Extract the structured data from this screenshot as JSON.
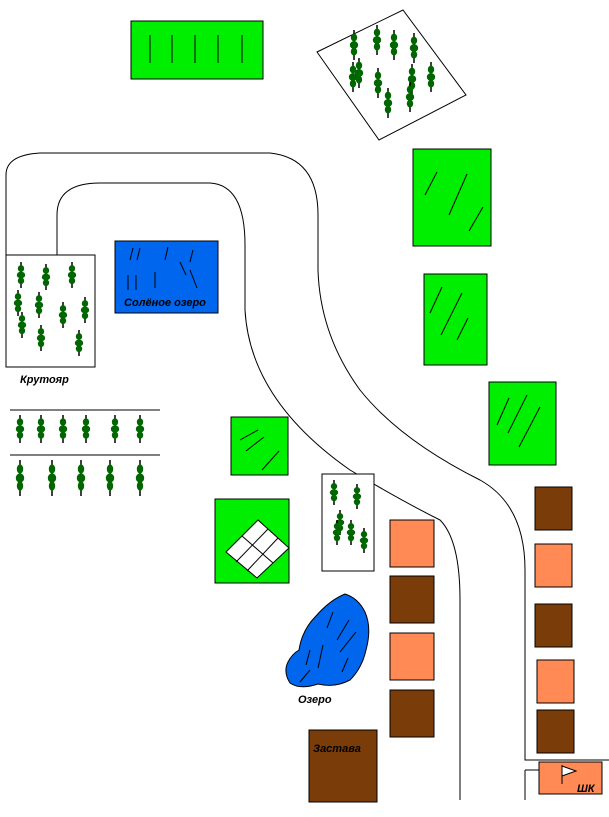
{
  "labels": {
    "salt_lake": "Солёное озеро",
    "krutoyar": "Крутояр",
    "lake": "Озеро",
    "zastava": "Застава",
    "shk": "ШК"
  },
  "colors": {
    "field": "#00ee00",
    "lake": "#0066ee",
    "house_brown": "#7a3d0a",
    "house_orange": "#ff8a55",
    "tree": "#006600",
    "trunk": "#000000"
  }
}
